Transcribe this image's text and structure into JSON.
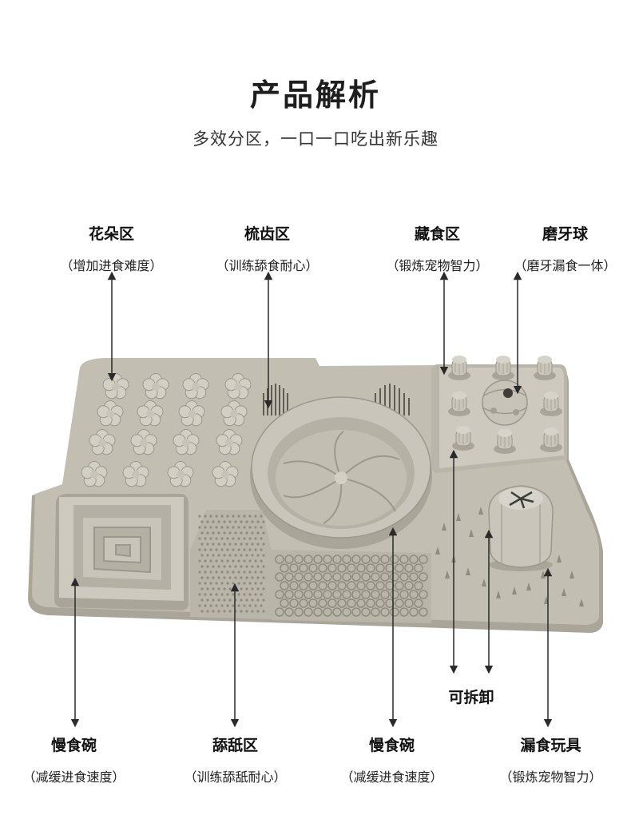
{
  "header": {
    "title": "产品解析",
    "subtitle": "多效分区，一口一口吃出新乐趣"
  },
  "top_labels": [
    {
      "name": "花朵区",
      "desc": "（增加进食难度）"
    },
    {
      "name": "梳齿区",
      "desc": "（训练舔食耐心）"
    },
    {
      "name": "藏食区",
      "desc": "（锻炼宠物智力）"
    },
    {
      "name": "磨牙球",
      "desc": "（磨牙漏食一体）"
    }
  ],
  "bottom_labels": [
    {
      "name": "慢食碗",
      "desc": "（减缓进食速度）"
    },
    {
      "name": "舔舐区",
      "desc": "（训练舔舐耐心）"
    },
    {
      "name": "慢食碗",
      "desc": "（减缓进食速度）"
    },
    {
      "name": "漏食玩具",
      "desc": "（锻炼宠物智力）"
    }
  ],
  "detachable_label": "可拆卸",
  "colors": {
    "mat": "#c2beb2",
    "mat_dark": "#a9a598",
    "mat_light": "#d3d0c6",
    "line": "#2a2a2a"
  }
}
